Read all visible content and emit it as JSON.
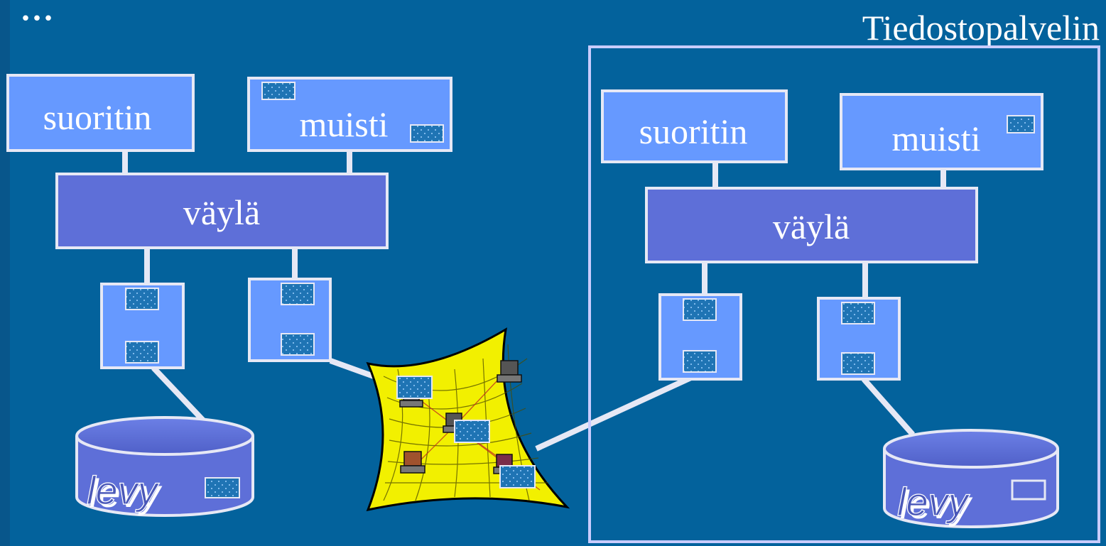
{
  "colors": {
    "background": "#03629c",
    "component": "#6699ff",
    "bus": "#5e6fd8",
    "border": "#e6e8f5",
    "data_block": "#1f74b4",
    "network_fill": "#f2f000"
  },
  "title_partial": "...",
  "server_label": "Tiedostopalvelin",
  "client": {
    "cpu": "suoritin",
    "memory": "muisti",
    "bus": "väylä",
    "disk": "levy"
  },
  "server": {
    "cpu": "suoritin",
    "memory": "muisti",
    "bus": "väylä",
    "disk": "levy"
  },
  "network_icon": "network-cloud-icon"
}
